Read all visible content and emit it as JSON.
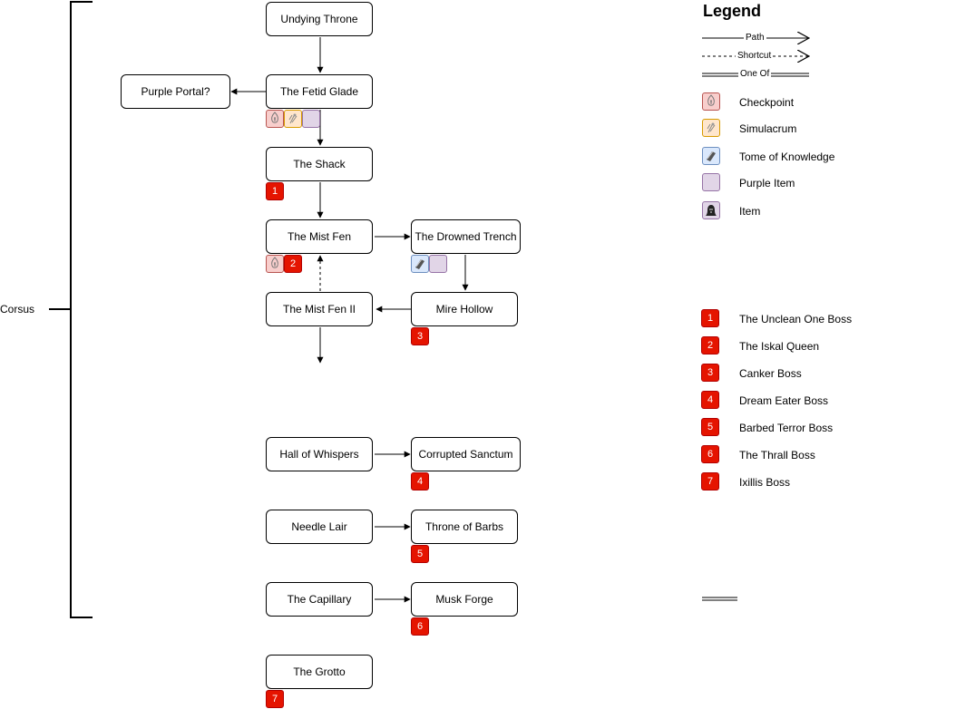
{
  "group": {
    "label": "Corsus"
  },
  "nodes": {
    "undying_throne": "Undying Throne",
    "fetid_glade": "The Fetid Glade",
    "purple_portal": "Purple Portal?",
    "shack": "The Shack",
    "mist_fen": "The Mist Fen",
    "drowned_trench": "The Drowned Trench",
    "mist_fen_2": "The Mist Fen II",
    "mire_hollow": "Mire Hollow",
    "hall_whispers": "Hall of Whispers",
    "corrupted_sanctum": "Corrupted Sanctum",
    "needle_lair": "Needle Lair",
    "throne_barbs": "Throne of Barbs",
    "capillary": "The Capillary",
    "musk_forge": "Musk Forge",
    "grotto": "The Grotto"
  },
  "bosses": {
    "shack": "1",
    "mist_fen": "2",
    "mire_hollow": "3",
    "corrupted_sanctum": "4",
    "throne_barbs": "5",
    "musk_forge": "6",
    "grotto": "7"
  },
  "legend": {
    "title": "Legend",
    "path": "Path",
    "shortcut": "Shortcut",
    "one_of": "One Of",
    "icons": {
      "checkpoint": "Checkpoint",
      "simulacrum": "Simulacrum",
      "tome": "Tome of Knowledge",
      "purple_item": "Purple Item",
      "item": "Item"
    },
    "bosses": [
      {
        "num": "1",
        "name": "The Unclean One Boss"
      },
      {
        "num": "2",
        "name": "The Iskal Queen"
      },
      {
        "num": "3",
        "name": "Canker Boss"
      },
      {
        "num": "4",
        "name": "Dream Eater Boss"
      },
      {
        "num": "5",
        "name": "Barbed Terror Boss"
      },
      {
        "num": "6",
        "name": "The Thrall Boss"
      },
      {
        "num": "7",
        "name": "Ixillis Boss"
      }
    ]
  },
  "colors": {
    "boss": "#e51400",
    "checkpoint": "#f8cecc",
    "simulacrum": "#ffe6cc",
    "tome": "#dae8fc",
    "purple": "#e1d5e7"
  }
}
